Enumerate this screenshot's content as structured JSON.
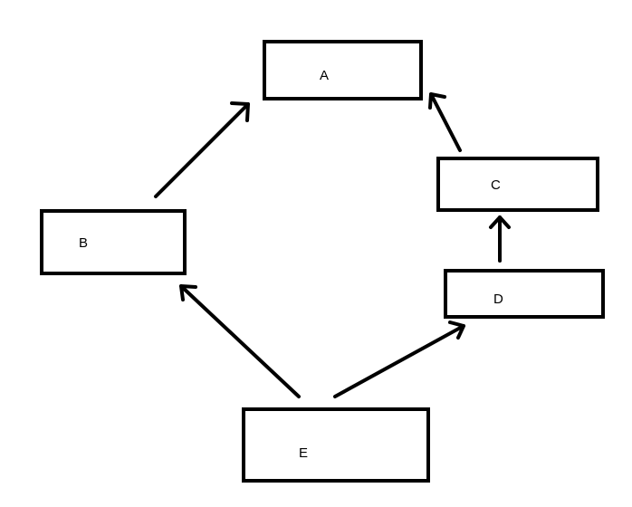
{
  "diagram": {
    "nodes": {
      "a": {
        "label": "A"
      },
      "b": {
        "label": "B"
      },
      "c": {
        "label": "C"
      },
      "d": {
        "label": "D"
      },
      "e": {
        "label": "E"
      }
    },
    "edges": [
      {
        "from": "B",
        "to": "A"
      },
      {
        "from": "C",
        "to": "A"
      },
      {
        "from": "D",
        "to": "C"
      },
      {
        "from": "E",
        "to": "B"
      },
      {
        "from": "E",
        "to": "D"
      }
    ],
    "colors": {
      "stroke": "#000000",
      "background": "#ffffff"
    }
  }
}
